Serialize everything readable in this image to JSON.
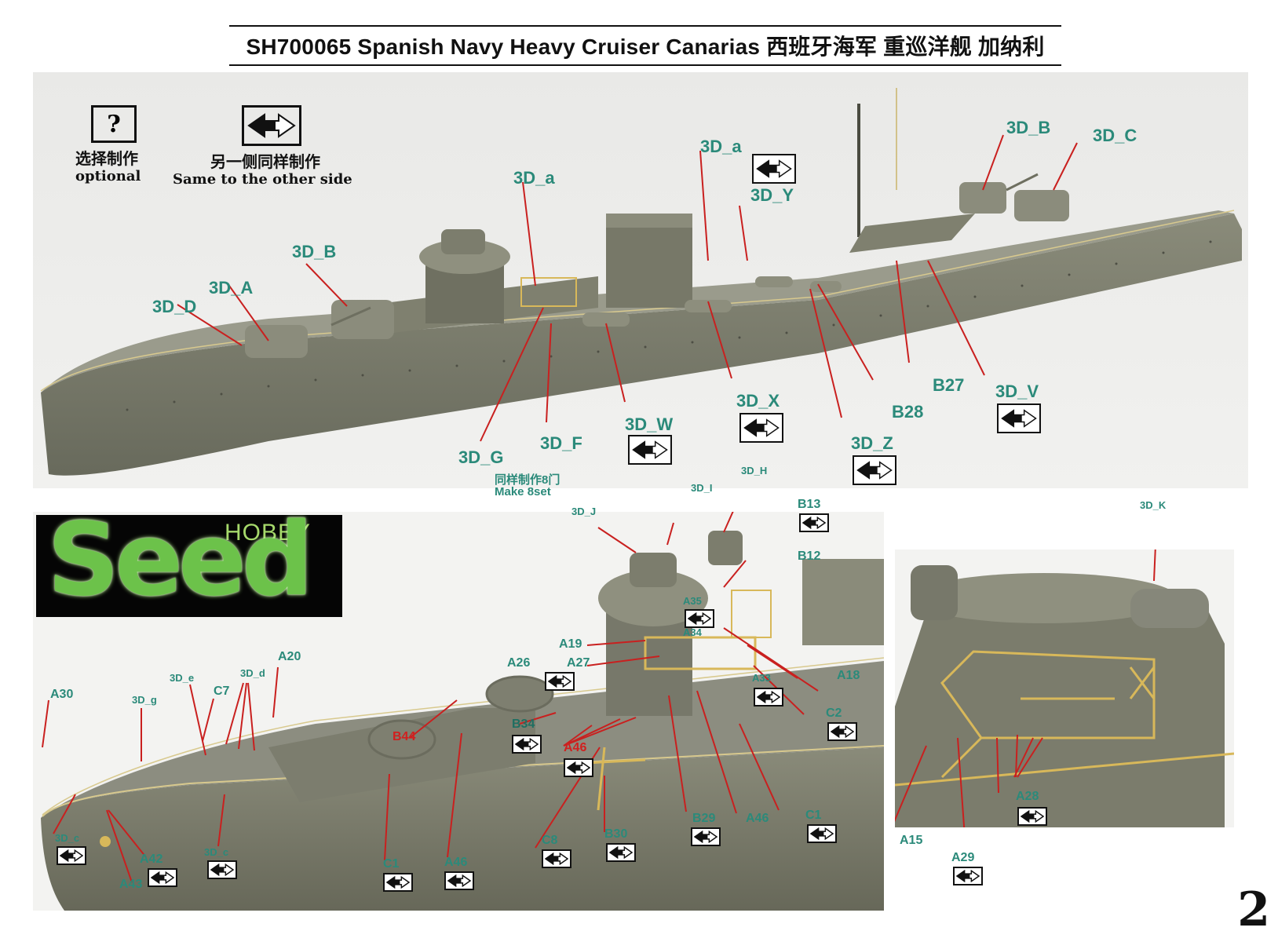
{
  "title": "SH700065 Spanish Navy Heavy Cruiser Canarias 西班牙海军 重巡洋舰 加纳利",
  "legend": {
    "optional_symbol": "?",
    "optional_cn": "选择制作",
    "optional_en": "optional",
    "same_side_cn": "另一侧同样制作",
    "same_side_en": "Same to the other side"
  },
  "logo": {
    "hobby": "HOBBY",
    "seed": "Seed"
  },
  "page_number": "2",
  "top_photo": {
    "labels": [
      "3D_D",
      "3D_A",
      "3D_B",
      "3D_a",
      "3D_G",
      "3D_F",
      "3D_W",
      "3D_a",
      "3D_Y",
      "3D_X",
      "3D_Z",
      "B28",
      "B27",
      "3D_B",
      "3D_C",
      "3D_V"
    ],
    "note_cn": "同样制作8门",
    "note_en": "Make 8set"
  },
  "bottom_left_photo": {
    "labels": [
      "A30",
      "3D_g",
      "3D_e",
      "C7",
      "3D_d",
      "A20",
      "B44",
      "3D_c",
      "A42",
      "A43",
      "3D_c",
      "C1",
      "A46",
      "B34",
      "A46",
      "C8",
      "B30",
      "B29",
      "A46",
      "C1",
      "A33",
      "C2",
      "A18",
      "3D_J",
      "3D_I",
      "3D_H",
      "B13",
      "B12",
      "A35",
      "A34",
      "A19",
      "A26",
      "A27"
    ]
  },
  "bottom_right_photo": {
    "labels": [
      "3D_K",
      "A28",
      "A15",
      "A29"
    ]
  },
  "colors": {
    "hull": "#7a7b6b",
    "deck": "#8d8d80",
    "brass": "#d8b85a",
    "teal_label": "#2b8a7a",
    "red_label": "#d1201f",
    "background_photo": "#ececea"
  },
  "icons": [
    "question-icon",
    "double-arrow-icon"
  ]
}
